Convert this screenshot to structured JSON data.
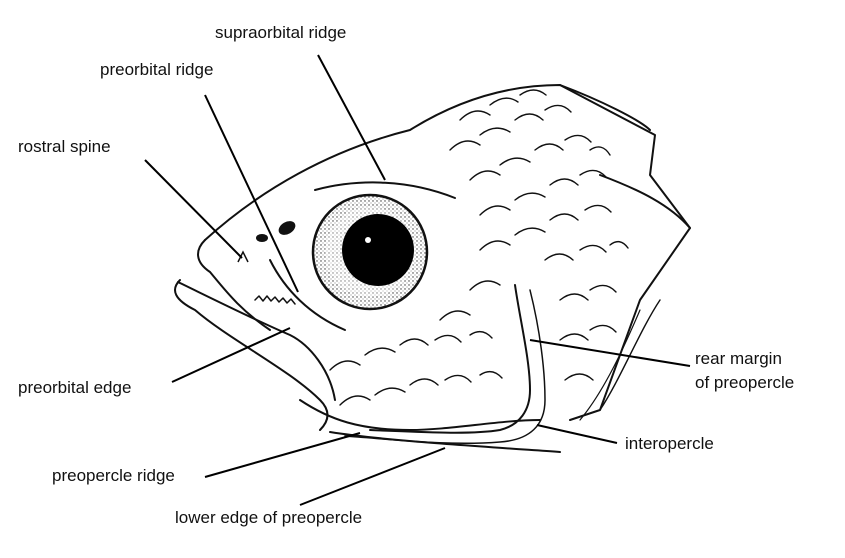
{
  "title": "Fish head anatomy",
  "labels": {
    "supraorbital_ridge": "supraorbital ridge",
    "preorbital_ridge": "preorbital ridge",
    "rostral_spine": "rostral spine",
    "preorbital_edge": "preorbital edge",
    "rear_margin_line1": "rear margin",
    "rear_margin_line2": "of preopercle",
    "interopercle": "interopercle",
    "preopercle_ridge": "preopercle ridge",
    "lower_edge_preopercle": "lower edge of preopercle"
  }
}
